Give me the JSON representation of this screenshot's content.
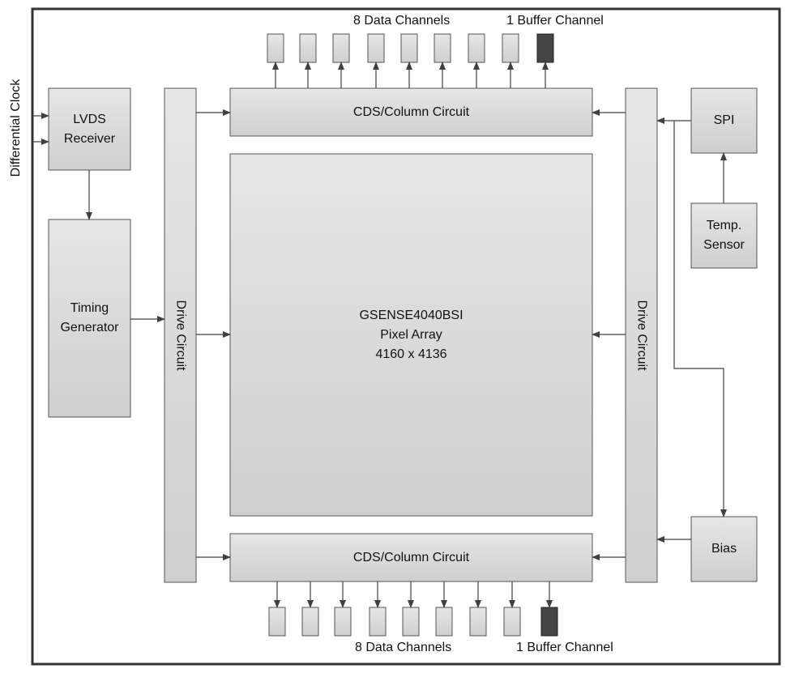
{
  "diagram": {
    "blocks": {
      "lvds": "LVDS\nReceiver",
      "timing": "Timing\nGenerator",
      "drive_left": "Drive Circuit",
      "drive_right": "Drive Circuit",
      "cds_top": "CDS/Column Circuit",
      "cds_bottom": "CDS/Column Circuit",
      "pixel_array": "GSENSE4040BSI\nPixel Array\n4160 x 4136",
      "spi": "SPI",
      "temp": "Temp.\nSensor",
      "bias": "Bias"
    },
    "side_label": "Differential Clock",
    "top": {
      "data_label": "8  Data Channels",
      "buffer_label": "1  Buffer Channel"
    },
    "bottom": {
      "data_label": "8 Data Channels",
      "buffer_label": "1  Buffer Channel"
    },
    "data_channel_count": 8,
    "colors": {
      "block_fill": "#d4d4d4",
      "block_stroke": "#555555",
      "buffer_fill": "#444444",
      "line": "#404040"
    }
  }
}
